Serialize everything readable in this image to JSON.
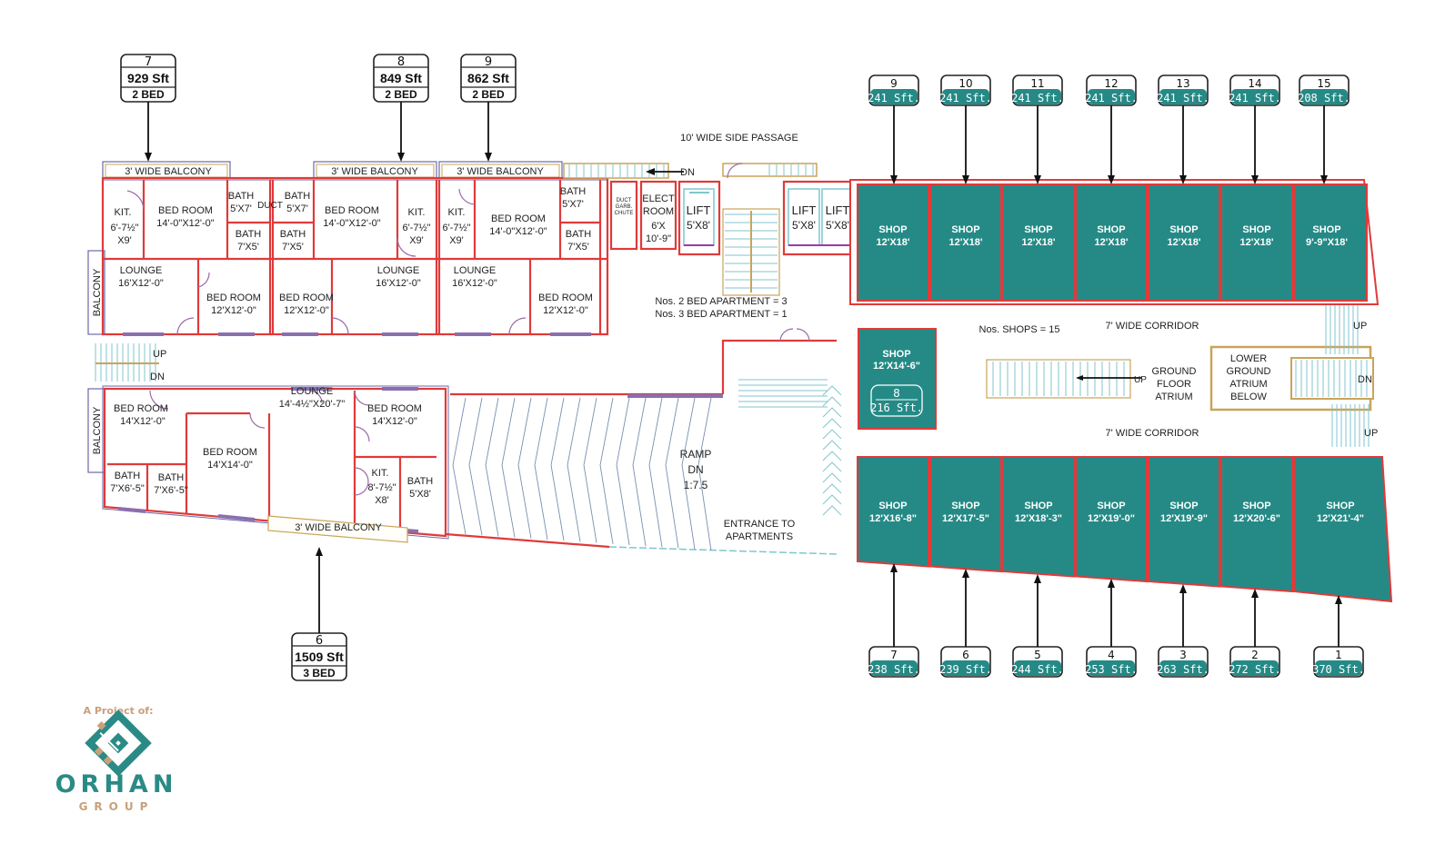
{
  "apartment_tags": [
    {
      "id": "apt-7",
      "unit": "7",
      "area": "929 Sft",
      "type": "2 BED"
    },
    {
      "id": "apt-8",
      "unit": "8",
      "area": "849 Sft",
      "type": "2 BED"
    },
    {
      "id": "apt-9",
      "unit": "9",
      "area": "862 Sft",
      "type": "2 BED"
    },
    {
      "id": "apt-6",
      "unit": "6",
      "area": "1509 Sft",
      "type": "3 BED"
    }
  ],
  "top_shop_tags": [
    {
      "unit": "9",
      "area": "241 Sft."
    },
    {
      "unit": "10",
      "area": "241 Sft."
    },
    {
      "unit": "11",
      "area": "241 Sft."
    },
    {
      "unit": "12",
      "area": "241 Sft."
    },
    {
      "unit": "13",
      "area": "241 Sft."
    },
    {
      "unit": "14",
      "area": "241 Sft."
    },
    {
      "unit": "15",
      "area": "208 Sft."
    }
  ],
  "bottom_shop_tags": [
    {
      "unit": "7",
      "area": "238 Sft."
    },
    {
      "unit": "6",
      "area": "239 Sft."
    },
    {
      "unit": "5",
      "area": "244 Sft."
    },
    {
      "unit": "4",
      "area": "253 Sft."
    },
    {
      "unit": "3",
      "area": "263 Sft."
    },
    {
      "unit": "2",
      "area": "272 Sft."
    },
    {
      "unit": "1",
      "area": "370 Sft."
    }
  ],
  "top_shops": [
    {
      "label": "SHOP",
      "size": "12'X18'"
    },
    {
      "label": "SHOP",
      "size": "12'X18'"
    },
    {
      "label": "SHOP",
      "size": "12'X18'"
    },
    {
      "label": "SHOP",
      "size": "12'X18'"
    },
    {
      "label": "SHOP",
      "size": "12'X18'"
    },
    {
      "label": "SHOP",
      "size": "12'X18'"
    },
    {
      "label": "SHOP",
      "size": "9'-9\"X18'"
    }
  ],
  "bottom_shops": [
    {
      "label": "SHOP",
      "size": "12'X16'-8\""
    },
    {
      "label": "SHOP",
      "size": "12'X17'-5\""
    },
    {
      "label": "SHOP",
      "size": "12'X18'-3\""
    },
    {
      "label": "SHOP",
      "size": "12'X19'-0\""
    },
    {
      "label": "SHOP",
      "size": "12'X19'-9\""
    },
    {
      "label": "SHOP",
      "size": "12'X20'-6\""
    },
    {
      "label": "SHOP",
      "size": "12'X21'-4\""
    }
  ],
  "middle_shop": {
    "label": "SHOP",
    "size": "12'X14'-6\"",
    "unit": "8",
    "area": "216 Sft."
  },
  "balconies": {
    "top_1": "3' WIDE BALCONY",
    "top_2": "3' WIDE BALCONY",
    "top_3": "3' WIDE BALCONY",
    "bottom": "3' WIDE BALCONY",
    "side_1": "BALCONY",
    "side_2": "BALCONY"
  },
  "rooms_top": {
    "kit1": {
      "name": "KIT.",
      "size": "6'-7½\"",
      "size2": "X9'"
    },
    "bed1": {
      "name": "BED ROOM",
      "size": "14'-0\"X12'-0\""
    },
    "bath1": {
      "name": "BATH",
      "size": "5'X7'"
    },
    "duct": "DUCT",
    "bath2": {
      "name": "BATH",
      "size": "5'X7'"
    },
    "bed2": {
      "name": "BED ROOM",
      "size": "14'-0\"X12'-0\""
    },
    "kit2": {
      "name": "KIT.",
      "size": "6'-7½\"",
      "size2": "X9'"
    },
    "bath3": {
      "name": "BATH",
      "size": "7'X5'"
    },
    "bath4": {
      "name": "BATH",
      "size": "7'X5'"
    },
    "lounge1": {
      "name": "LOUNGE",
      "size": "16'X12'-0\""
    },
    "bed3": {
      "name": "BED ROOM",
      "size": "12'X12'-0\""
    },
    "bed4": {
      "name": "BED ROOM",
      "size": "12'X12'-0\""
    },
    "lounge2": {
      "name": "LOUNGE",
      "size": "16'X12'-0\""
    },
    "kit3": {
      "name": "KIT.",
      "size": "6'-7½\"",
      "size2": "X9'"
    },
    "bed5": {
      "name": "BED ROOM",
      "size": "14'-0\"X12'-0\""
    },
    "bath5": {
      "name": "BATH",
      "size": "5'X7'"
    },
    "bath6": {
      "name": "BATH",
      "size": "7'X5'"
    },
    "lounge3": {
      "name": "LOUNGE",
      "size": "16'X12'-0\""
    },
    "bed6": {
      "name": "BED ROOM",
      "size": "12'X12'-0\""
    }
  },
  "rooms_bottom": {
    "bed1": {
      "name": "BED ROOM",
      "size": "14'X12'-0\""
    },
    "lounge": {
      "name": "LOUNGE",
      "size": "14'-4½\"X20'-7\""
    },
    "bed2": {
      "name": "BED ROOM",
      "size": "14'X12'-0\""
    },
    "bed3": {
      "name": "BED ROOM",
      "size": "14'X14'-0\""
    },
    "bath1": {
      "name": "BATH",
      "size": "7'X6'-5\""
    },
    "bath2": {
      "name": "BATH",
      "size": "7'X6'-5\""
    },
    "kit": {
      "name": "KIT.",
      "size": "8'-7½\"",
      "size2": "X8'"
    },
    "bath3": {
      "name": "BATH",
      "size": "5'X8'"
    }
  },
  "core": {
    "duct_chute": [
      "DUCT",
      "GARB.",
      "CHUTE"
    ],
    "elect": [
      "ELECT",
      "ROOM",
      "6'X",
      "10'-9\""
    ],
    "lift1": {
      "name": "LIFT",
      "size": "5'X8'"
    },
    "lift2": {
      "name": "LIFT",
      "size": "5'X8'"
    },
    "lift3": {
      "name": "LIFT",
      "size": "5'X8'"
    }
  },
  "labels": {
    "side_passage": "10' WIDE SIDE PASSAGE",
    "dn_top": "DN",
    "up_left": "UP",
    "dn_left": "DN",
    "apt_count_2": "Nos. 2 BED APARTMENT  = 3",
    "apt_count_3": "Nos. 3 BED APARTMENT  = 1",
    "shop_count": "Nos. SHOPS = 15",
    "corridor_top": "7' WIDE CORRIDOR",
    "corridor_bottom": "7' WIDE CORRIDOR",
    "atrium_up": "UP",
    "atrium": [
      "GROUND",
      "FLOOR",
      "ATRIUM"
    ],
    "lower_atrium": [
      "LOWER",
      "GROUND",
      "ATRIUM",
      "BELOW"
    ],
    "right_up_1": "UP",
    "right_dn": "DN",
    "right_up_2": "UP",
    "ramp": [
      "RAMP",
      "DN",
      "1:7.5"
    ],
    "entrance": [
      "ENTRANCE TO",
      "APARTMENTS"
    ]
  },
  "logo": {
    "caption": "A Project of:",
    "name": "ORHAN",
    "sub": "GROUP"
  },
  "colors": {
    "shop_fill": "#258a86",
    "wall": "#e03a3a",
    "window": "#8a6fb0",
    "stair": "#7fc6cf",
    "gold": "#c9a45a",
    "logo_teal": "#2a8a86",
    "logo_tan": "#c8a07a"
  }
}
